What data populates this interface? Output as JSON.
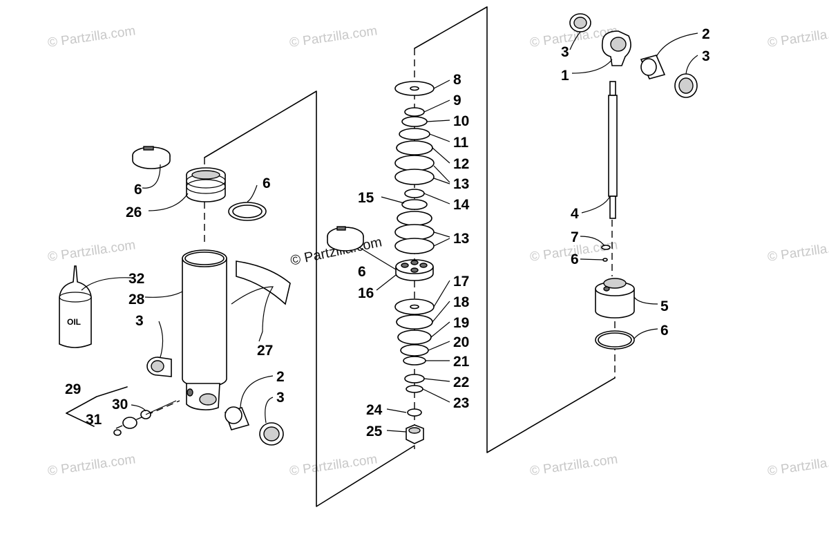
{
  "watermark": "© Partzilla.com",
  "bottle_text": "OIL",
  "callouts": [
    {
      "id": "c1",
      "text": "1"
    },
    {
      "id": "c2a",
      "text": "2"
    },
    {
      "id": "c3a",
      "text": "3"
    },
    {
      "id": "c3b",
      "text": "3"
    },
    {
      "id": "c4",
      "text": "4"
    },
    {
      "id": "c5",
      "text": "5"
    },
    {
      "id": "c6e",
      "text": "6"
    },
    {
      "id": "c6f",
      "text": "6"
    },
    {
      "id": "c7",
      "text": "7"
    },
    {
      "id": "c8",
      "text": "8"
    },
    {
      "id": "c9",
      "text": "9"
    },
    {
      "id": "c10",
      "text": "10"
    },
    {
      "id": "c11",
      "text": "11"
    },
    {
      "id": "c12",
      "text": "12"
    },
    {
      "id": "c13a",
      "text": "13"
    },
    {
      "id": "c14",
      "text": "14"
    },
    {
      "id": "c15",
      "text": "15"
    },
    {
      "id": "c13b",
      "text": "13"
    },
    {
      "id": "c6d",
      "text": "6"
    },
    {
      "id": "c16",
      "text": "16"
    },
    {
      "id": "c17",
      "text": "17"
    },
    {
      "id": "c18",
      "text": "18"
    },
    {
      "id": "c19",
      "text": "19"
    },
    {
      "id": "c20",
      "text": "20"
    },
    {
      "id": "c21",
      "text": "21"
    },
    {
      "id": "c22",
      "text": "22"
    },
    {
      "id": "c23",
      "text": "23"
    },
    {
      "id": "c24",
      "text": "24"
    },
    {
      "id": "c25",
      "text": "25"
    },
    {
      "id": "c6a",
      "text": "6"
    },
    {
      "id": "c6b",
      "text": "6"
    },
    {
      "id": "c26",
      "text": "26"
    },
    {
      "id": "c32",
      "text": "32"
    },
    {
      "id": "c28",
      "text": "28"
    },
    {
      "id": "c3c",
      "text": "3"
    },
    {
      "id": "c27",
      "text": "27"
    },
    {
      "id": "c2b",
      "text": "2"
    },
    {
      "id": "c3d",
      "text": "3"
    },
    {
      "id": "c29",
      "text": "29"
    },
    {
      "id": "c30",
      "text": "30"
    },
    {
      "id": "c31",
      "text": "31"
    }
  ]
}
